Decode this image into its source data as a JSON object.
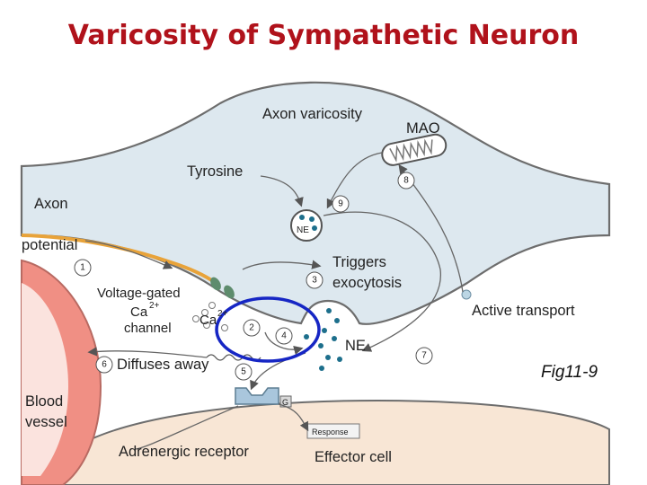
{
  "title": "Varicosity of Sympathetic Neuron",
  "figure_label": "Fig11-9",
  "labels": {
    "axon_varicosity": "Axon varicosity",
    "mao": "MAO",
    "tyrosine": "Tyrosine",
    "axon": "Axon",
    "potential": "potential",
    "ne_vesicle": "NE",
    "triggers": "Triggers",
    "exocytosis": "exocytosis",
    "voltage_gated": "Voltage-gated",
    "ca2": "Ca",
    "ca2_sup": "2+",
    "channel": "channel",
    "ca_ion": "Ca",
    "ca_ion_sup": "2+",
    "active_transport": "Active transport",
    "ne_released": "NE",
    "diffuses_away": "Diffuses away",
    "blood": "Blood",
    "vessel": "vessel",
    "g_protein": "G",
    "response": "Response",
    "adrenergic_receptor": "Adrenergic receptor",
    "effector_cell": "Effector cell"
  },
  "steps": [
    "1",
    "2",
    "3",
    "4",
    "5",
    "6",
    "7",
    "8",
    "9"
  ],
  "colors": {
    "title": "#b0121b",
    "axon_fill": "#dde8ef",
    "blood_vessel": "#f08f84",
    "effector_cell": "#f8e6d5",
    "highlight_circle": "#1626c4",
    "ne_dots": "#1d6f8c"
  }
}
